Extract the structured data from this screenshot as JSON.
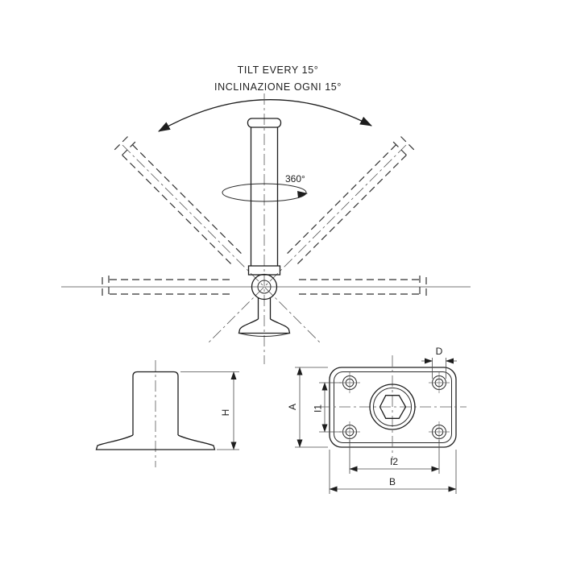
{
  "annotations": {
    "tilt_label_en": "TILT EVERY 15°",
    "tilt_label_it": "INCLINAZIONE OGNI 15°",
    "rotation_label": "360°"
  },
  "dimensions": {
    "height": "H",
    "plate_height": "A",
    "hole_spacing_vertical": "I1",
    "hole_spacing_horizontal": "I2",
    "plate_width": "B",
    "hole_diameter": "D"
  },
  "colors": {
    "line": "#1d1d1d",
    "thin_line": "#4a4a4a",
    "background": "#ffffff"
  }
}
